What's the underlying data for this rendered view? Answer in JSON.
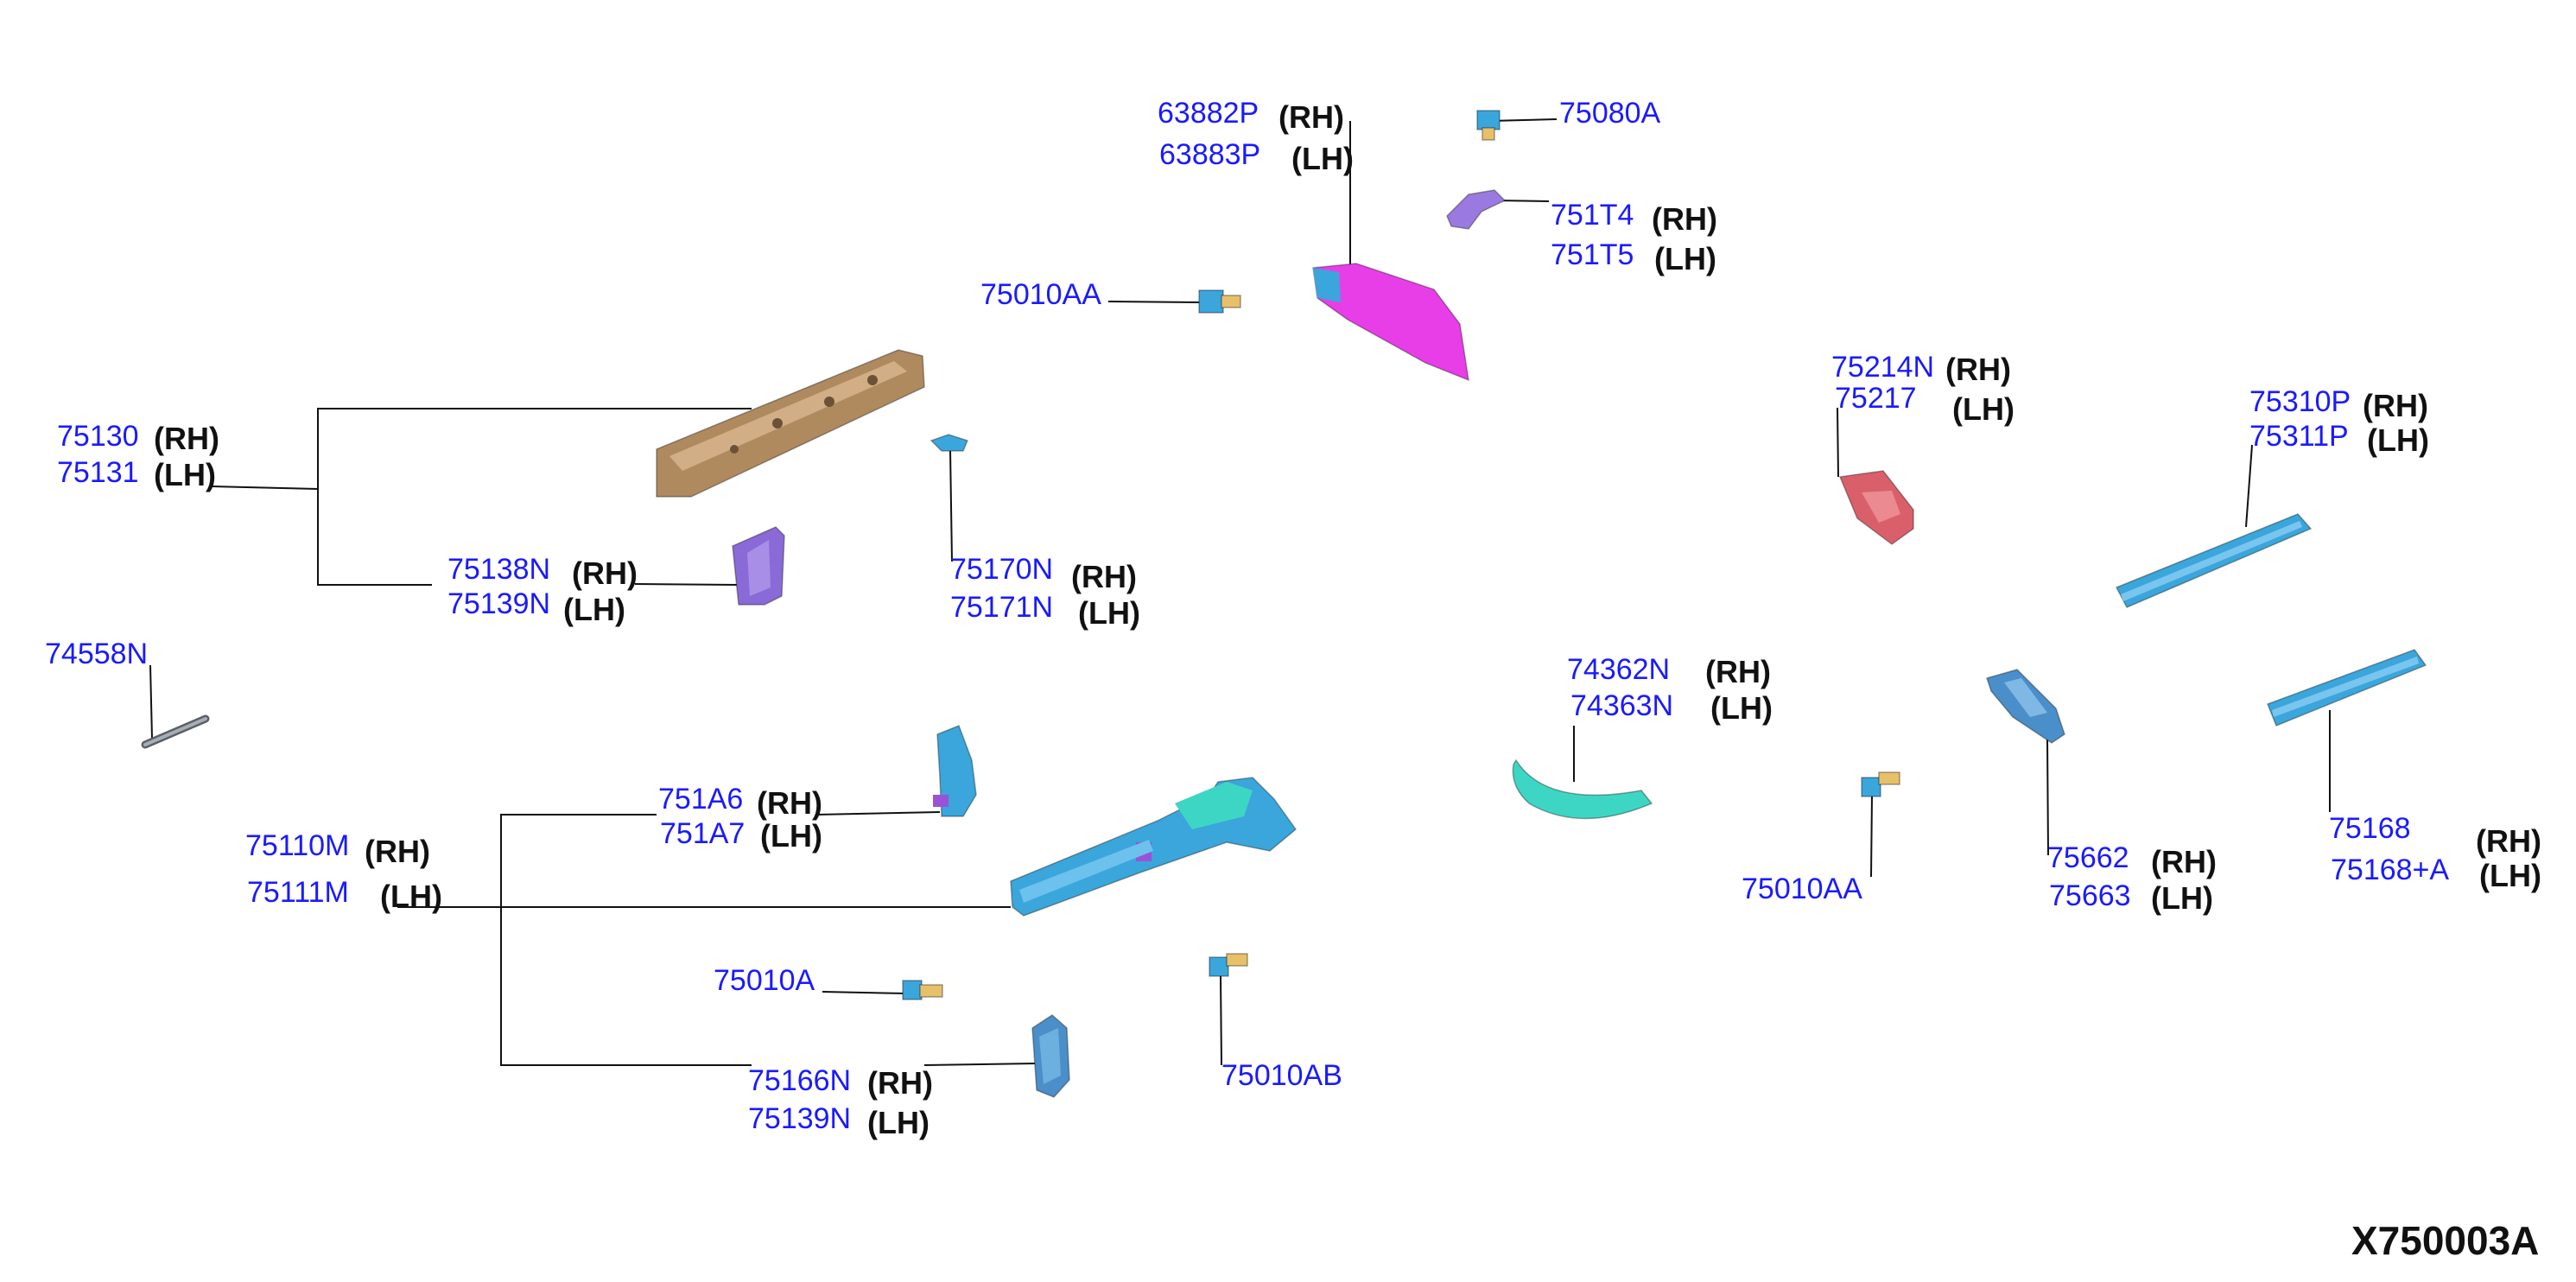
{
  "diagram_code": "X750003A",
  "side_tags": {
    "rh": "(RH)",
    "lh": "(LH)"
  },
  "parts": {
    "p63882P": {
      "number": "63882P",
      "side": "(RH)"
    },
    "p63883P": {
      "number": "63883P",
      "side": "(LH)"
    },
    "p75080A": {
      "number": "75080A"
    },
    "p751T4": {
      "number": "751T4",
      "side": "(RH)"
    },
    "p751T5": {
      "number": "751T5",
      "side": "(LH)"
    },
    "p75010AA_top": {
      "number": "75010AA"
    },
    "p75130": {
      "number": "75130",
      "side": "(RH)"
    },
    "p75131": {
      "number": "75131",
      "side": "(LH)"
    },
    "p75138N": {
      "number": "75138N",
      "side": "(RH)"
    },
    "p75139N_upper": {
      "number": "75139N",
      "side": "(LH)"
    },
    "p75170N": {
      "number": "75170N",
      "side": "(RH)"
    },
    "p75171N": {
      "number": "75171N",
      "side": "(LH)"
    },
    "p74558N": {
      "number": "74558N"
    },
    "p75214N": {
      "number": "75214N",
      "side": "(RH)"
    },
    "p75217": {
      "number": "75217",
      "side": "(LH)"
    },
    "p75310P": {
      "number": "75310P",
      "side": "(RH)"
    },
    "p75311P": {
      "number": "75311P",
      "side": "(LH)"
    },
    "p74362N": {
      "number": "74362N",
      "side": "(RH)"
    },
    "p74363N": {
      "number": "74363N",
      "side": "(LH)"
    },
    "p751A6": {
      "number": "751A6",
      "side": "(RH)"
    },
    "p751A7": {
      "number": "751A7",
      "side": "(LH)"
    },
    "p75110M": {
      "number": "75110M",
      "side": "(RH)"
    },
    "p75111M": {
      "number": "75111M",
      "side": "(LH)"
    },
    "p75010A": {
      "number": "75010A"
    },
    "p75010AB": {
      "number": "75010AB"
    },
    "p75166N": {
      "number": "75166N",
      "side": "(RH)"
    },
    "p75139N_lower": {
      "number": "75139N",
      "side": "(LH)"
    },
    "p75010AA_right": {
      "number": "75010AA"
    },
    "p75662": {
      "number": "75662",
      "side": "(RH)"
    },
    "p75663": {
      "number": "75663",
      "side": "(LH)"
    },
    "p75168": {
      "number": "75168",
      "side": "(RH)"
    },
    "p75168A": {
      "number": "75168+A",
      "side": "(LH)"
    }
  },
  "colors": {
    "label_blue": "#1a1aff",
    "text_black": "#111111",
    "bronze": "#b08a5f",
    "magenta": "#e83ee8",
    "light_blue": "#3aa6dc",
    "purple": "#8a6ad6",
    "red": "#d9606a",
    "teal": "#3dd6c4",
    "steel_blue": "#4a8fc9",
    "grey": "#8a8f96"
  }
}
